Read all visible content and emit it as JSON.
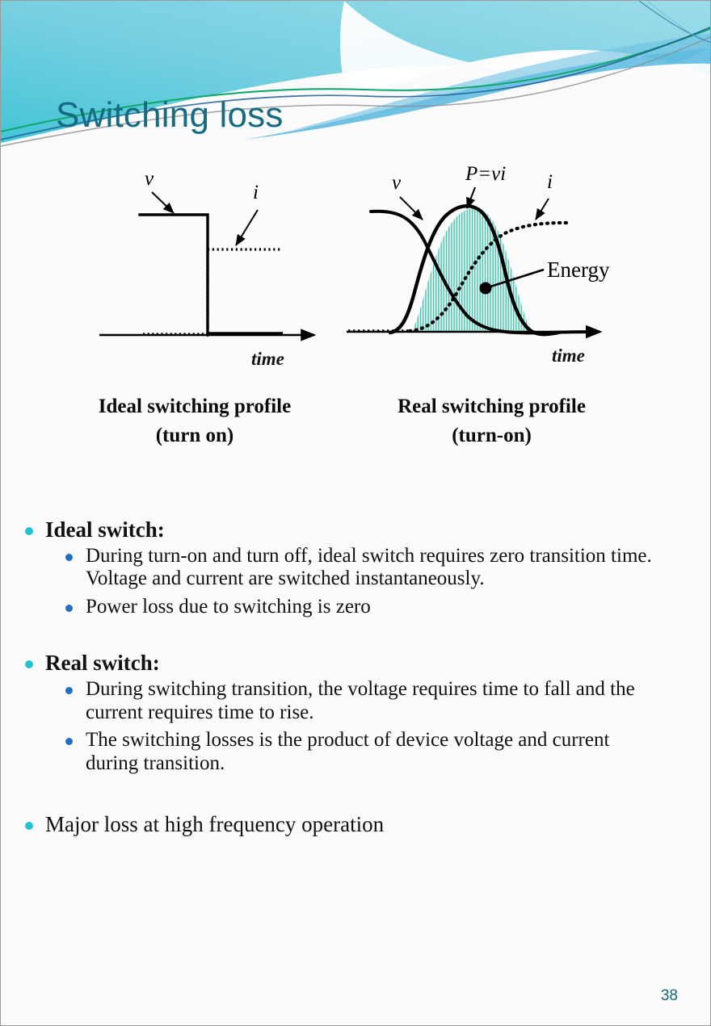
{
  "slide": {
    "title": "Switching loss",
    "page_number": "38",
    "accent_color": "#166b82",
    "bullet_level1_color": "#1fc3d4",
    "bullet_level2_color": "#1f6fc4"
  },
  "figures": {
    "ideal": {
      "caption_line1": "Ideal switching profile",
      "caption_line2": "(turn on)",
      "labels": {
        "voltage": "v",
        "current": "i",
        "axis": "time"
      }
    },
    "real": {
      "caption_line1": "Real switching profile",
      "caption_line2": "(turn-on)",
      "labels": {
        "voltage": "v",
        "current": "i",
        "power": "P=vi",
        "energy": "Energy",
        "axis": "time"
      },
      "energy_fill_color": "#d7f3ec",
      "energy_hatch_color": "#2fb6a8"
    }
  },
  "content": {
    "groups": [
      {
        "heading": "Ideal switch:",
        "items": [
          "During turn-on and turn off, ideal switch requires zero transition time. Voltage and current are switched instantaneously.",
          "Power loss due to switching is zero"
        ]
      },
      {
        "heading": "Real switch:",
        "items": [
          "During switching transition, the voltage requires time to fall and the current requires time to rise.",
          "The switching losses is the product of device voltage and current during transition."
        ]
      }
    ],
    "final_bullet": "Major loss at high frequency operation"
  }
}
